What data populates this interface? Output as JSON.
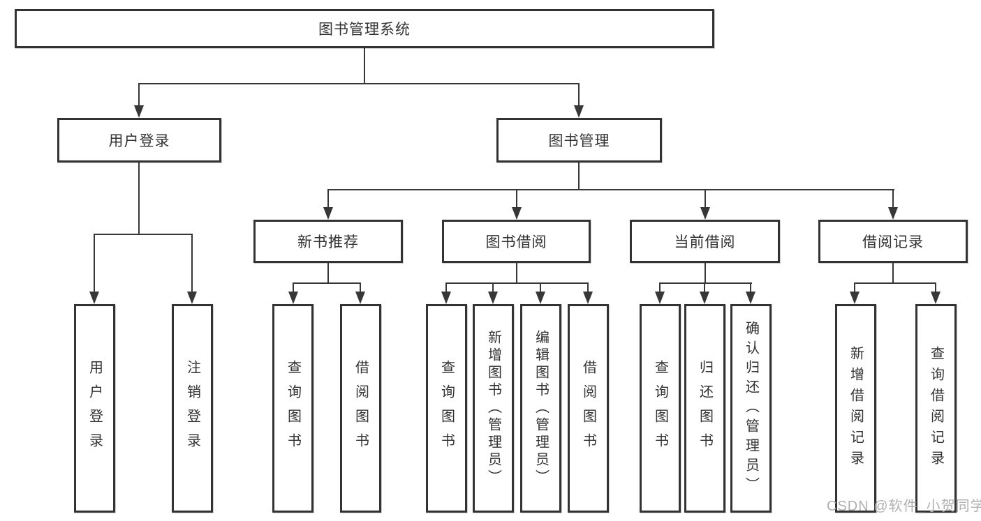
{
  "diagram_type": "functional-structure-tree",
  "colors": {
    "background": "#ffffff",
    "line": "#373737",
    "box_border": "#333333",
    "box_fill": "#ffffff",
    "text": "#333333",
    "watermark": "#b0b0b0"
  },
  "tree": {
    "root": {
      "label": "图书管理系统"
    },
    "branches": [
      {
        "label": "用户登录",
        "leaves": [
          {
            "label": "用户登录"
          },
          {
            "label": "注销登录"
          }
        ]
      },
      {
        "label": "图书管理",
        "sections": [
          {
            "label": "新书推荐",
            "leaves": [
              {
                "label": "查询图书"
              },
              {
                "label": "借阅图书"
              }
            ]
          },
          {
            "label": "图书借阅",
            "leaves": [
              {
                "label": "查询图书"
              },
              {
                "label": "新增图书（管理员）"
              },
              {
                "label": "编辑图书（管理员）"
              },
              {
                "label": "借阅图书"
              }
            ]
          },
          {
            "label": "当前借阅",
            "leaves": [
              {
                "label": "查询图书"
              },
              {
                "label": "归还图书"
              },
              {
                "label": "确认归还（管理员）"
              }
            ]
          },
          {
            "label": "借阅记录",
            "leaves": [
              {
                "label": "新增借阅记录"
              },
              {
                "label": "查询借阅记录"
              }
            ]
          }
        ]
      }
    ]
  },
  "watermark": {
    "text": "CSDN @软件_小贺同学"
  }
}
